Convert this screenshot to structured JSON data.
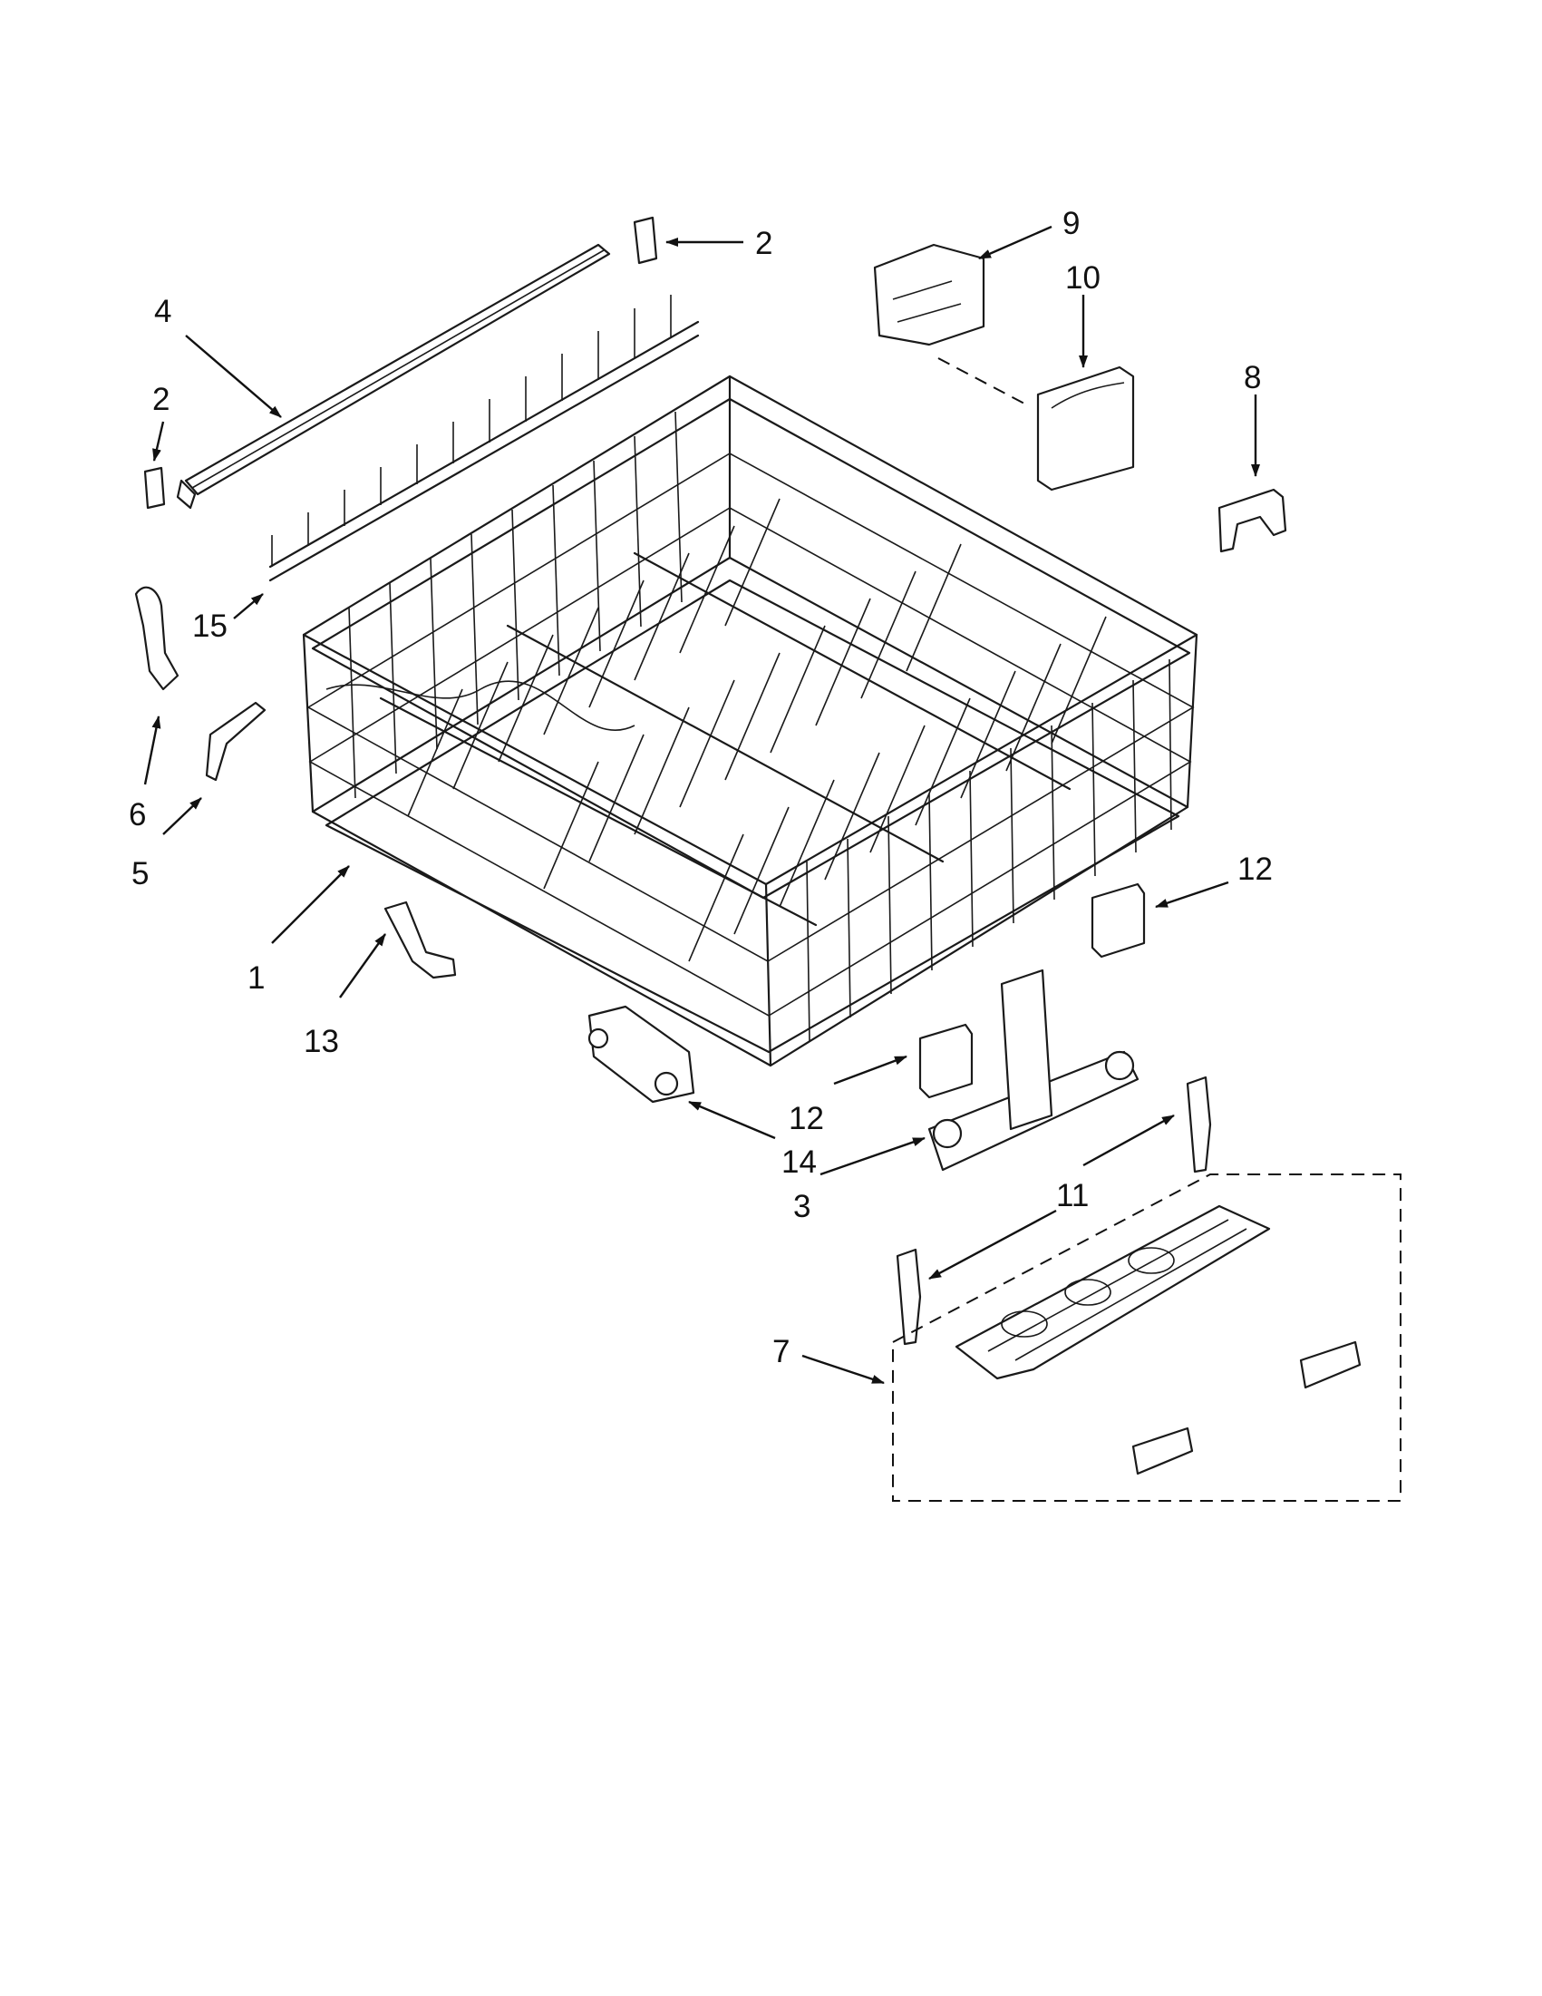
{
  "diagram": {
    "callouts": [
      {
        "id": "c2a",
        "label": "2",
        "name": "callout-2-top"
      },
      {
        "id": "c4",
        "label": "4",
        "name": "callout-4"
      },
      {
        "id": "c2b",
        "label": "2",
        "name": "callout-2-left"
      },
      {
        "id": "c15",
        "label": "15",
        "name": "callout-15"
      },
      {
        "id": "c6",
        "label": "6",
        "name": "callout-6"
      },
      {
        "id": "c5",
        "label": "5",
        "name": "callout-5"
      },
      {
        "id": "c1",
        "label": "1",
        "name": "callout-1"
      },
      {
        "id": "c13",
        "label": "13",
        "name": "callout-13"
      },
      {
        "id": "c14",
        "label": "14",
        "name": "callout-14"
      },
      {
        "id": "c9",
        "label": "9",
        "name": "callout-9"
      },
      {
        "id": "c10",
        "label": "10",
        "name": "callout-10"
      },
      {
        "id": "c8",
        "label": "8",
        "name": "callout-8"
      },
      {
        "id": "c12a",
        "label": "12",
        "name": "callout-12-right"
      },
      {
        "id": "c12b",
        "label": "12",
        "name": "callout-12-center"
      },
      {
        "id": "c3",
        "label": "3",
        "name": "callout-3"
      },
      {
        "id": "c11",
        "label": "11",
        "name": "callout-11"
      },
      {
        "id": "c7",
        "label": "7",
        "name": "callout-7"
      }
    ]
  }
}
